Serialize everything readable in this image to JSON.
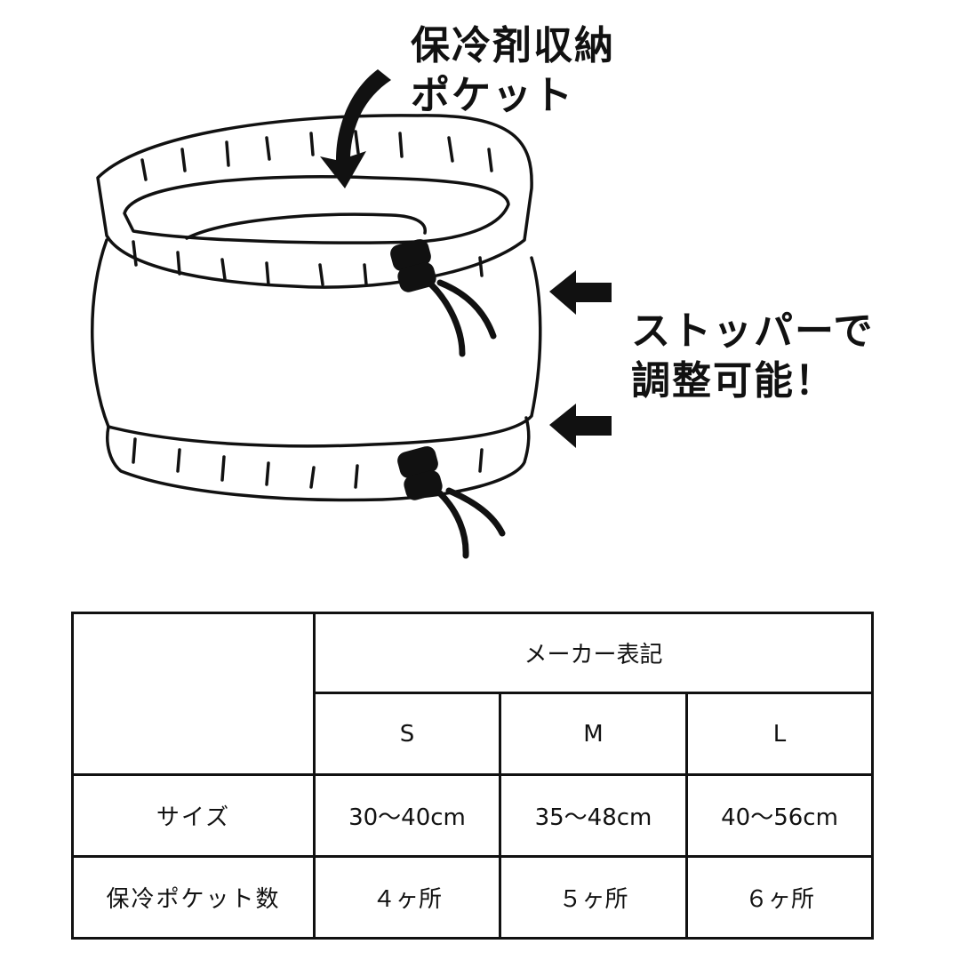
{
  "callouts": {
    "pocket_line1": "保冷剤収納",
    "pocket_line2": "ポケット",
    "stopper_line1": "ストッパーで",
    "stopper_line2": "調整可能！"
  },
  "table": {
    "group_header": "メーカー表記",
    "sizes": [
      "S",
      "M",
      "L"
    ],
    "rows": [
      {
        "label": "サイズ",
        "values": [
          "30〜40cm",
          "35〜48cm",
          "40〜56cm"
        ]
      },
      {
        "label": "保冷ポケット数",
        "values": [
          "４ヶ所",
          "５ヶ所",
          "６ヶ所"
        ]
      }
    ]
  },
  "colors": {
    "ink": "#111111",
    "paper": "#ffffff"
  }
}
